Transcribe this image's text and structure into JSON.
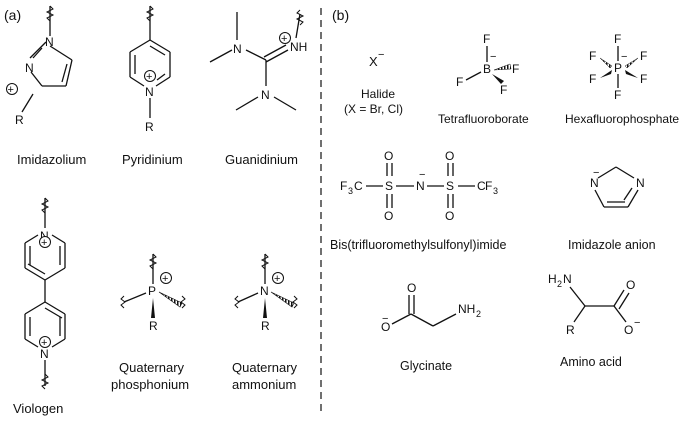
{
  "panels": {
    "a": {
      "label": "(a)",
      "items": {
        "imidazolium": {
          "name": "Imidazolium",
          "atom_n1": "N",
          "atom_n3": "N",
          "substituent": "R",
          "charge": "+"
        },
        "pyridinium": {
          "name": "Pyridinium",
          "atom_n": "N",
          "substituent": "R",
          "charge": "+"
        },
        "guanidinium": {
          "name": "Guanidinium",
          "atom_n1": "N",
          "atom_nh": "NH",
          "atom_n2": "N",
          "charge": "+"
        },
        "viologen": {
          "name": "Viologen",
          "atom_n_top": "N",
          "atom_n_bottom": "N",
          "charge": "+"
        },
        "phosphonium": {
          "name_line1": "Quaternary",
          "name_line2": "phosphonium",
          "atom": "P",
          "substituent": "R",
          "charge": "+"
        },
        "ammonium": {
          "name_line1": "Quaternary",
          "name_line2": "ammonium",
          "atom": "N",
          "substituent": "R",
          "charge": "+"
        }
      }
    },
    "b": {
      "label": "(b)",
      "items": {
        "halide": {
          "formula": "X",
          "charge": "−",
          "name": "Halide",
          "note": "(X = Br, Cl)"
        },
        "tetrafluoroborate": {
          "name": "Tetrafluoroborate",
          "atom_center": "B",
          "ligand": "F",
          "charge": "−"
        },
        "hexafluorophosphate": {
          "name": "Hexafluorophosphate",
          "atom_center": "P",
          "ligand": "F",
          "charge": "−"
        },
        "bistriflimide": {
          "name": "Bis(trifluoromethylsulfonyl)imide",
          "cf3": "F",
          "cf3_sub": "3",
          "cf3_c": "C",
          "s": "S",
          "n": "N",
          "o": "O",
          "charge": "−"
        },
        "imidazole_anion": {
          "name": "Imidazole anion",
          "atom_n1": "N",
          "atom_n2": "N",
          "charge": "−"
        },
        "glycinate": {
          "name": "Glycinate",
          "o": "O",
          "nh2": "NH",
          "nh2_sub": "2",
          "charge": "−"
        },
        "amino_acid": {
          "name": "Amino acid",
          "h2n": "H",
          "h2n_sub": "2",
          "h2n_n": "N",
          "r": "R",
          "o": "O",
          "charge": "−"
        }
      }
    }
  }
}
